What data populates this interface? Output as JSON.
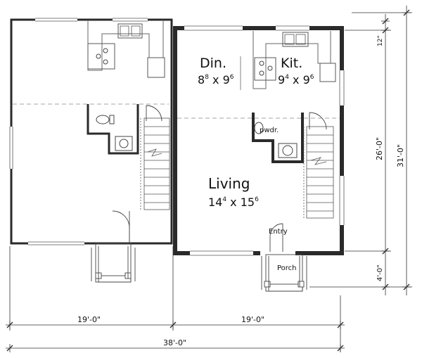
{
  "rooms": {
    "dining": {
      "name": "Din.",
      "dim_w": "8",
      "dim_w_sup": "8",
      "dim_h": "9",
      "dim_h_sup": "6"
    },
    "kitchen": {
      "name": "Kit.",
      "dim_w": "9",
      "dim_w_sup": "4",
      "dim_h": "9",
      "dim_h_sup": "6"
    },
    "powder": {
      "name": "pwdr."
    },
    "living": {
      "name": "Living",
      "dim_w": "14",
      "dim_w_sup": "4",
      "dim_h": "15",
      "dim_h_sup": "6"
    },
    "entry": {
      "name": "Entry"
    },
    "porch": {
      "name": "Porch"
    }
  },
  "dimensions": {
    "unit_left_width": "19'-0\"",
    "unit_right_width": "19'-0\"",
    "total_width": "38'-0\"",
    "top_segment": "12\"",
    "main_depth": "26'-0\"",
    "porch_depth": "4'-0\"",
    "total_depth": "31'-0\""
  },
  "colors": {
    "wall": "#2a2a2a",
    "line": "#444444",
    "light_line": "#8a8a8a"
  }
}
